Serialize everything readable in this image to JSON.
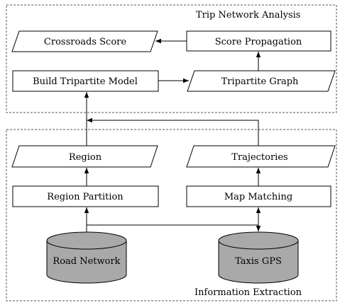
{
  "panels": {
    "top_title": "Trip Network Analysis",
    "bottom_title": "Information Extraction"
  },
  "nodes": {
    "crossroads_score": "Crossroads Score",
    "score_propagation": "Score Propagation",
    "build_tripartite_model": "Build Tripartite Model",
    "tripartite_graph": "Tripartite Graph",
    "region": "Region",
    "trajectories": "Trajectories",
    "region_partition": "Region Partition",
    "map_matching": "Map Matching",
    "road_network": "Road Network",
    "taxis_gps": "Taxis GPS"
  },
  "colors": {
    "cylinder_fill": "#a9a9a9",
    "panel_border": "#555555"
  }
}
